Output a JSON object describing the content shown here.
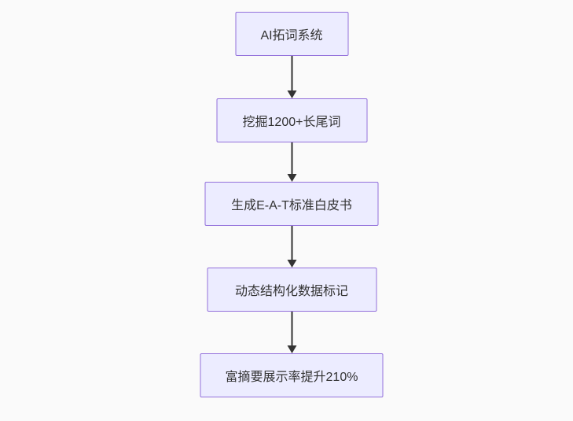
{
  "diagram": {
    "type": "flowchart",
    "direction": "top-down",
    "colors": {
      "background": "#fafafa",
      "node_fill": "#ececff",
      "node_border": "#9370db",
      "node_text": "#333333",
      "arrow": "#333333"
    },
    "nodes": [
      {
        "label": "AI拓词系统"
      },
      {
        "label": "挖掘1200+长尾词"
      },
      {
        "label": "生成E-A-T标准白皮书"
      },
      {
        "label": "动态结构化数据标记"
      },
      {
        "label": "富摘要展示率提升210%"
      }
    ],
    "edges": [
      {
        "from": 0,
        "to": 1
      },
      {
        "from": 1,
        "to": 2
      },
      {
        "from": 2,
        "to": 3
      },
      {
        "from": 3,
        "to": 4
      }
    ]
  }
}
